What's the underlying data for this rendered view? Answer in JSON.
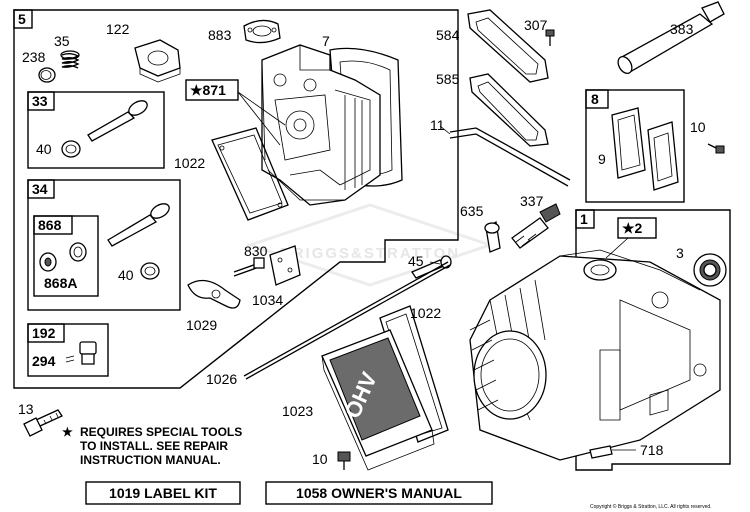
{
  "watermark": "BRIGGS&STRATTON",
  "copyright": "Copyright © Briggs & Stratton, LLC. All rights reserved.",
  "note": {
    "star": "★",
    "line1": "REQUIRES SPECIAL TOOLS",
    "line2": "TO INSTALL.  SEE REPAIR",
    "line3": "INSTRUCTION MANUAL."
  },
  "kits": {
    "label_kit": "1019 LABEL KIT",
    "owners_manual": "1058 OWNER'S MANUAL"
  },
  "groups": {
    "g5": "5",
    "g33": "33",
    "g34": "34",
    "g868": "868",
    "g192": "192",
    "g871": "★871",
    "g8": "8",
    "g1": "1",
    "g2": "★2"
  },
  "parts": {
    "p238": "238",
    "p35": "35",
    "p122": "122",
    "p883": "883",
    "p7": "7",
    "p40a": "40",
    "p1022a": "1022",
    "p40b": "40",
    "p868a": "868A",
    "p830": "830",
    "p1034": "1034",
    "p1029": "1029",
    "p294": "294",
    "p584": "584",
    "p307": "307",
    "p383": "383",
    "p585": "585",
    "p11": "11",
    "p10a": "10",
    "p9": "9",
    "p635": "635",
    "p337": "337",
    "p3": "3",
    "p45": "45",
    "p1022b": "1022",
    "p1026": "1026",
    "p1023": "1023",
    "p13": "13",
    "p10b": "10",
    "p718": "718",
    "ohv": "OHV"
  }
}
